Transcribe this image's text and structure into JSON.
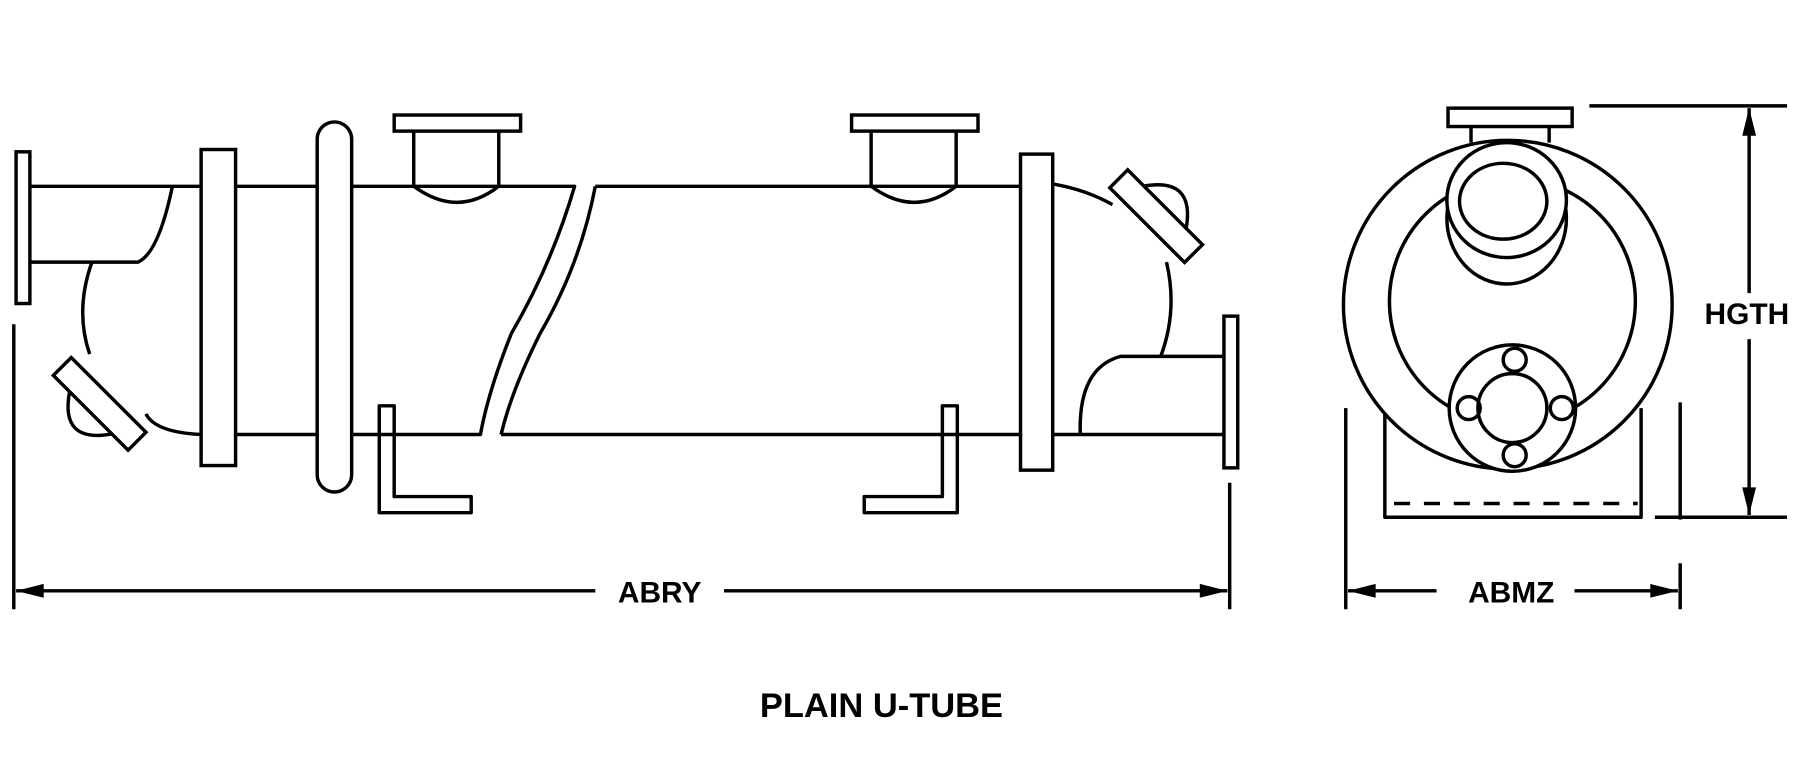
{
  "title": "PLAIN U-TUBE",
  "dimensions": {
    "overall_length": "ABRY",
    "width": "ABMZ",
    "height": "HGTH"
  },
  "colors": {
    "line": "#000000",
    "background": "#ffffff"
  }
}
